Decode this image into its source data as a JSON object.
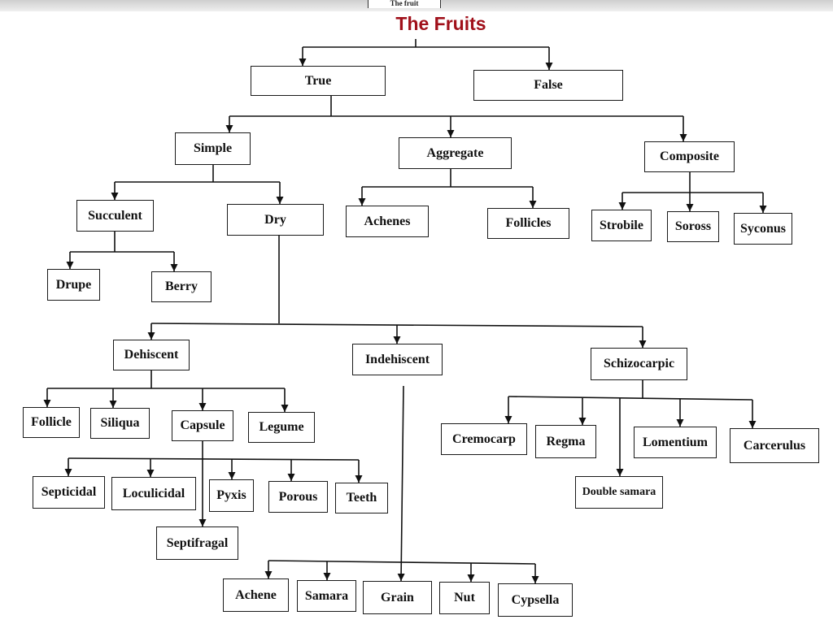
{
  "header": {
    "tab_label": "The fruit",
    "title": "The Fruits"
  },
  "diagram": {
    "nodes": {
      "true": "True",
      "false": "False",
      "simple": "Simple",
      "aggregate": "Aggregate",
      "composite": "Composite",
      "succulent": "Succulent",
      "dry": "Dry",
      "achenes": "Achenes",
      "follicles": "Follicles",
      "strobile": "Strobile",
      "soross": "Soross",
      "syconus": "Syconus",
      "drupe": "Drupe",
      "berry": "Berry",
      "dehiscent": "Dehiscent",
      "indehiscent": "Indehiscent",
      "schizocarpic": "Schizocarpic",
      "follicle": "Follicle",
      "siliqua": "Siliqua",
      "capsule": "Capsule",
      "legume": "Legume",
      "cremocarp": "Cremocarp",
      "regma": "Regma",
      "lomentium": "Lomentium",
      "carcerulus": "Carcerulus",
      "double_samara": "Double samara",
      "septicidal": "Septicidal",
      "loculicidal": "Loculicidal",
      "pyxis": "Pyxis",
      "porous": "Porous",
      "teeth": "Teeth",
      "septifragal": "Septifragal",
      "achene": "Achene",
      "samara": "Samara",
      "grain": "Grain",
      "nut": "Nut",
      "cypsella": "Cypsella"
    }
  }
}
